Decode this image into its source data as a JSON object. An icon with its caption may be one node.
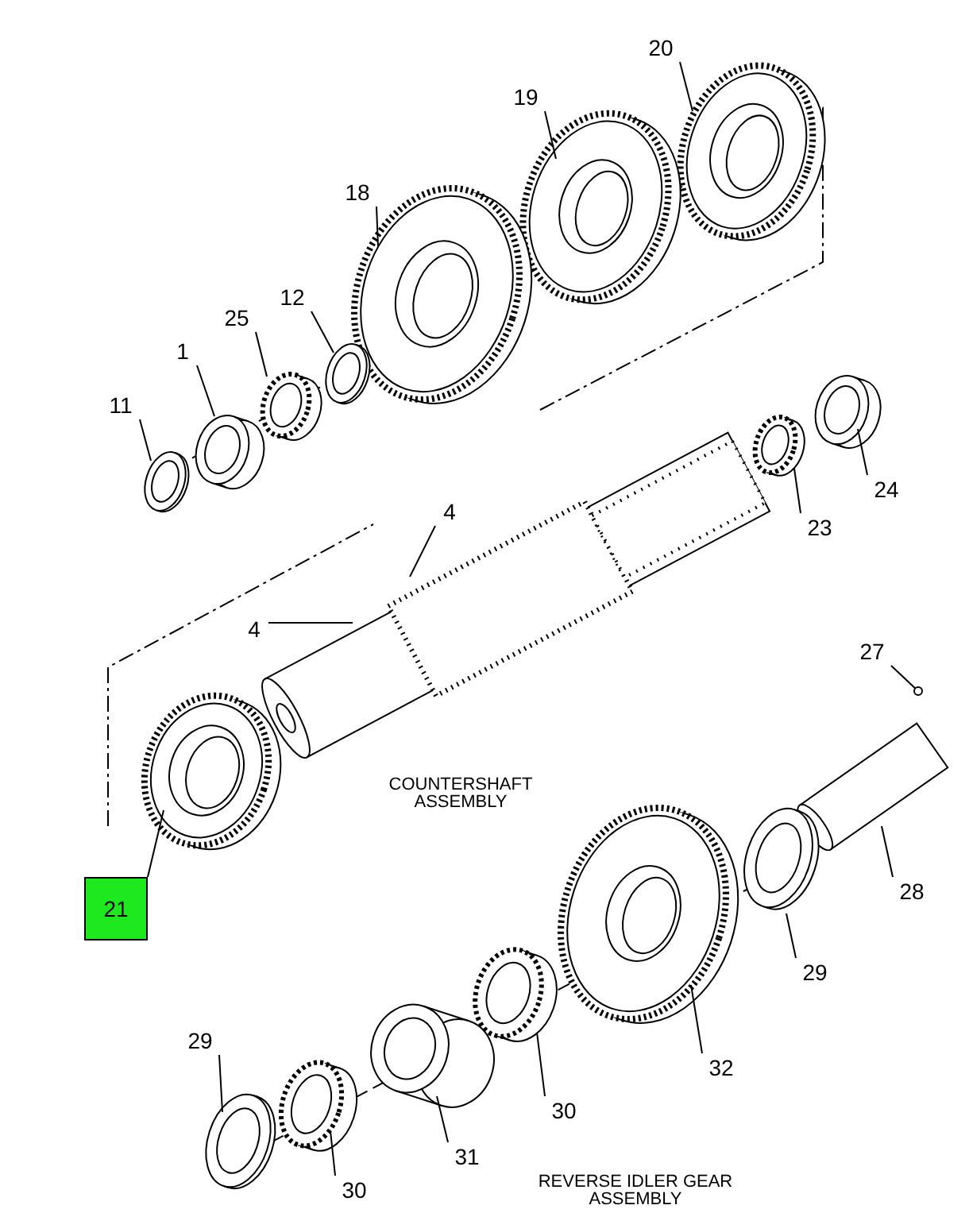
{
  "diagram": {
    "nodes": [
      {
        "text": [
          "20"
        ]
      },
      {
        "text": [
          "19"
        ]
      },
      {
        "text": [
          "18"
        ]
      },
      {
        "text": [
          "25"
        ]
      },
      {
        "text": [
          "12"
        ]
      },
      {
        "text": [
          "1"
        ]
      },
      {
        "text": [
          "11"
        ]
      },
      {
        "text": [
          "4"
        ]
      },
      {
        "text": [
          "4"
        ]
      },
      {
        "text": [
          "24"
        ]
      },
      {
        "text": [
          "23"
        ]
      },
      {
        "text": [
          "27"
        ]
      },
      {
        "text": [
          "21"
        ]
      },
      {
        "text": [
          "28"
        ]
      },
      {
        "text": [
          "29"
        ]
      },
      {
        "text": [
          "32"
        ]
      },
      {
        "text": [
          "30"
        ]
      },
      {
        "text": [
          "31"
        ]
      },
      {
        "text": [
          "29"
        ]
      },
      {
        "text": [
          "30"
        ]
      }
    ],
    "edges": [
      {
        "from": 0,
        "to": null,
        "arrow": "none"
      },
      {
        "from": 1,
        "to": null,
        "arrow": "none"
      },
      {
        "from": 2,
        "to": null,
        "arrow": "none"
      },
      {
        "from": 3,
        "to": null,
        "arrow": "none"
      },
      {
        "from": 4,
        "to": null,
        "arrow": "none"
      },
      {
        "from": 5,
        "to": null,
        "arrow": "none"
      },
      {
        "from": 6,
        "to": null,
        "arrow": "none"
      },
      {
        "from": 7,
        "to": null,
        "arrow": "none"
      },
      {
        "from": 8,
        "to": null,
        "arrow": "none"
      },
      {
        "from": 9,
        "to": null,
        "arrow": "none"
      },
      {
        "from": 10,
        "to": null,
        "arrow": "none"
      },
      {
        "from": 11,
        "to": null,
        "arrow": "other"
      },
      {
        "from": 12,
        "to": null,
        "arrow": "none"
      },
      {
        "from": 13,
        "to": null,
        "arrow": "none"
      },
      {
        "from": 14,
        "to": null,
        "arrow": "none"
      },
      {
        "from": 15,
        "to": null,
        "arrow": "none"
      },
      {
        "from": 16,
        "to": null,
        "arrow": "none"
      },
      {
        "from": 17,
        "to": null,
        "arrow": "none"
      },
      {
        "from": 18,
        "to": null,
        "arrow": "none"
      },
      {
        "from": 19,
        "to": null,
        "arrow": "none"
      }
    ],
    "labels": [
      "COUNTERSHAFT ASSEMBLY",
      "REVERSE IDLER GEAR ASSEMBLY"
    ]
  }
}
